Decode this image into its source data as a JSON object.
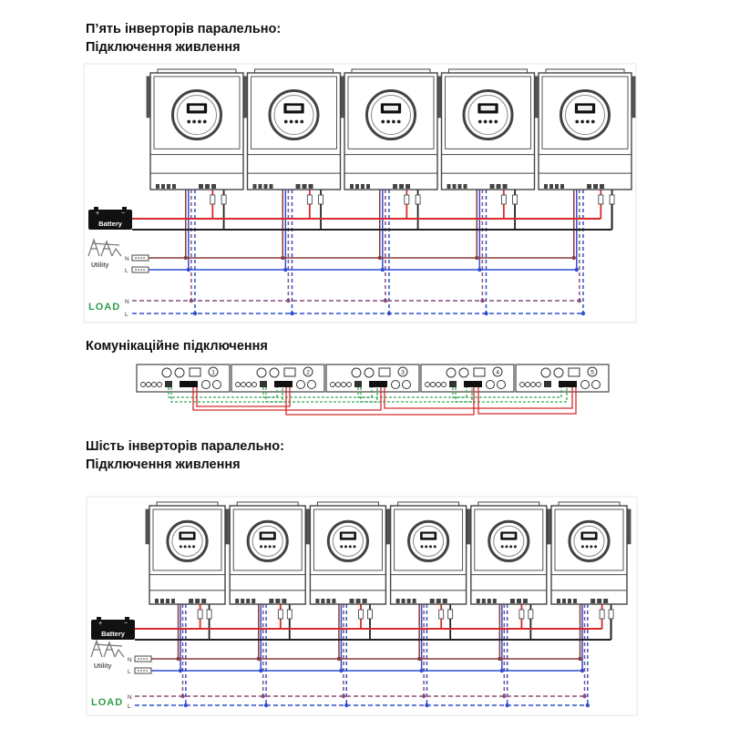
{
  "section_five": {
    "title_line1": "П’ять інверторів паралельно:",
    "title_line2": "Підключення живлення"
  },
  "section_comm": {
    "title": "Комунікаційне підключення",
    "unit_numbers": [
      "1",
      "2",
      "3",
      "4",
      "5"
    ]
  },
  "section_six": {
    "title_line1": "Шість інверторів паралельно:",
    "title_line2": "Підключення живлення"
  },
  "labels": {
    "battery": "Battery",
    "utility": "Utility",
    "load": "LOAD",
    "neutral": "N",
    "line": "L",
    "plus": "+",
    "minus": "−"
  },
  "colors": {
    "battery_positive": "#d62b2b",
    "battery_negative": "#222222",
    "neutral_wire": "#8a3b3b",
    "line_wire": "#2f4fd0",
    "load_neutral_wire": "#8a4f7a",
    "load_line_wire": "#2f4fd0",
    "comm_green": "#3aa657",
    "comm_red": "#d62b2b",
    "load_label": "#2e9d4a",
    "inverter_outline": "#444444"
  }
}
